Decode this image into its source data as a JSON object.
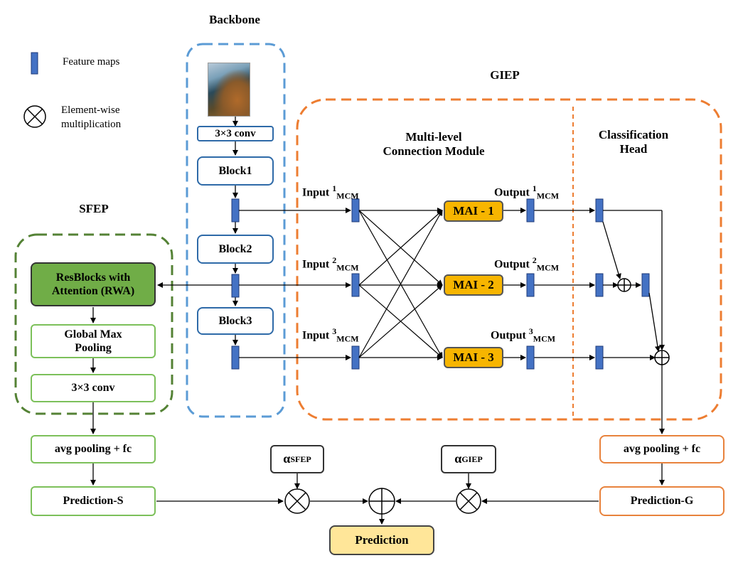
{
  "legend": {
    "feature_maps": "Feature maps",
    "element_wise_line1": "Element-wise",
    "element_wise_line2": "multiplication"
  },
  "backbone": {
    "title": "Backbone",
    "conv": "3×3  conv",
    "block1": "Block1",
    "block2": "Block2",
    "block3": "Block3"
  },
  "giep": {
    "title": "GIEP",
    "mcm_title_line1": "Multi-level",
    "mcm_title_line2": "Connection Module",
    "head_title_line1": "Classification",
    "head_title_line2": "Head",
    "input_label": "Input",
    "output_label": "Output",
    "sub_label": "MCM",
    "mai1": "MAI - 1",
    "mai2": "MAI - 2",
    "mai3": "MAI - 3",
    "sup1": "1",
    "sup2": "2",
    "sup3": "3"
  },
  "sfep": {
    "title": "SFEP",
    "resblocks_line1": "ResBlocks with",
    "resblocks_line2": "Attention (RWA)",
    "gmp_line1": "Global Max",
    "gmp_line2": "Pooling",
    "conv": "3×3  conv"
  },
  "bottom": {
    "avg_pool_s": "avg pooling + fc",
    "avg_pool_g": "avg pooling + fc",
    "pred_s": "Prediction-S",
    "pred_g": "Prediction-G",
    "prediction": "Prediction",
    "alpha": "α",
    "alpha_sfep_sub": "SFEP",
    "alpha_giep_sub": "GIEP"
  },
  "colors": {
    "blue_border": "#5b9bd5",
    "green_border": "#548235",
    "orange_border": "#ed7d31",
    "rwa_fill": "#70ad47",
    "mai_fill": "#f7b500",
    "prediction_fill": "#ffe699",
    "feature_map": "#4472c4"
  }
}
